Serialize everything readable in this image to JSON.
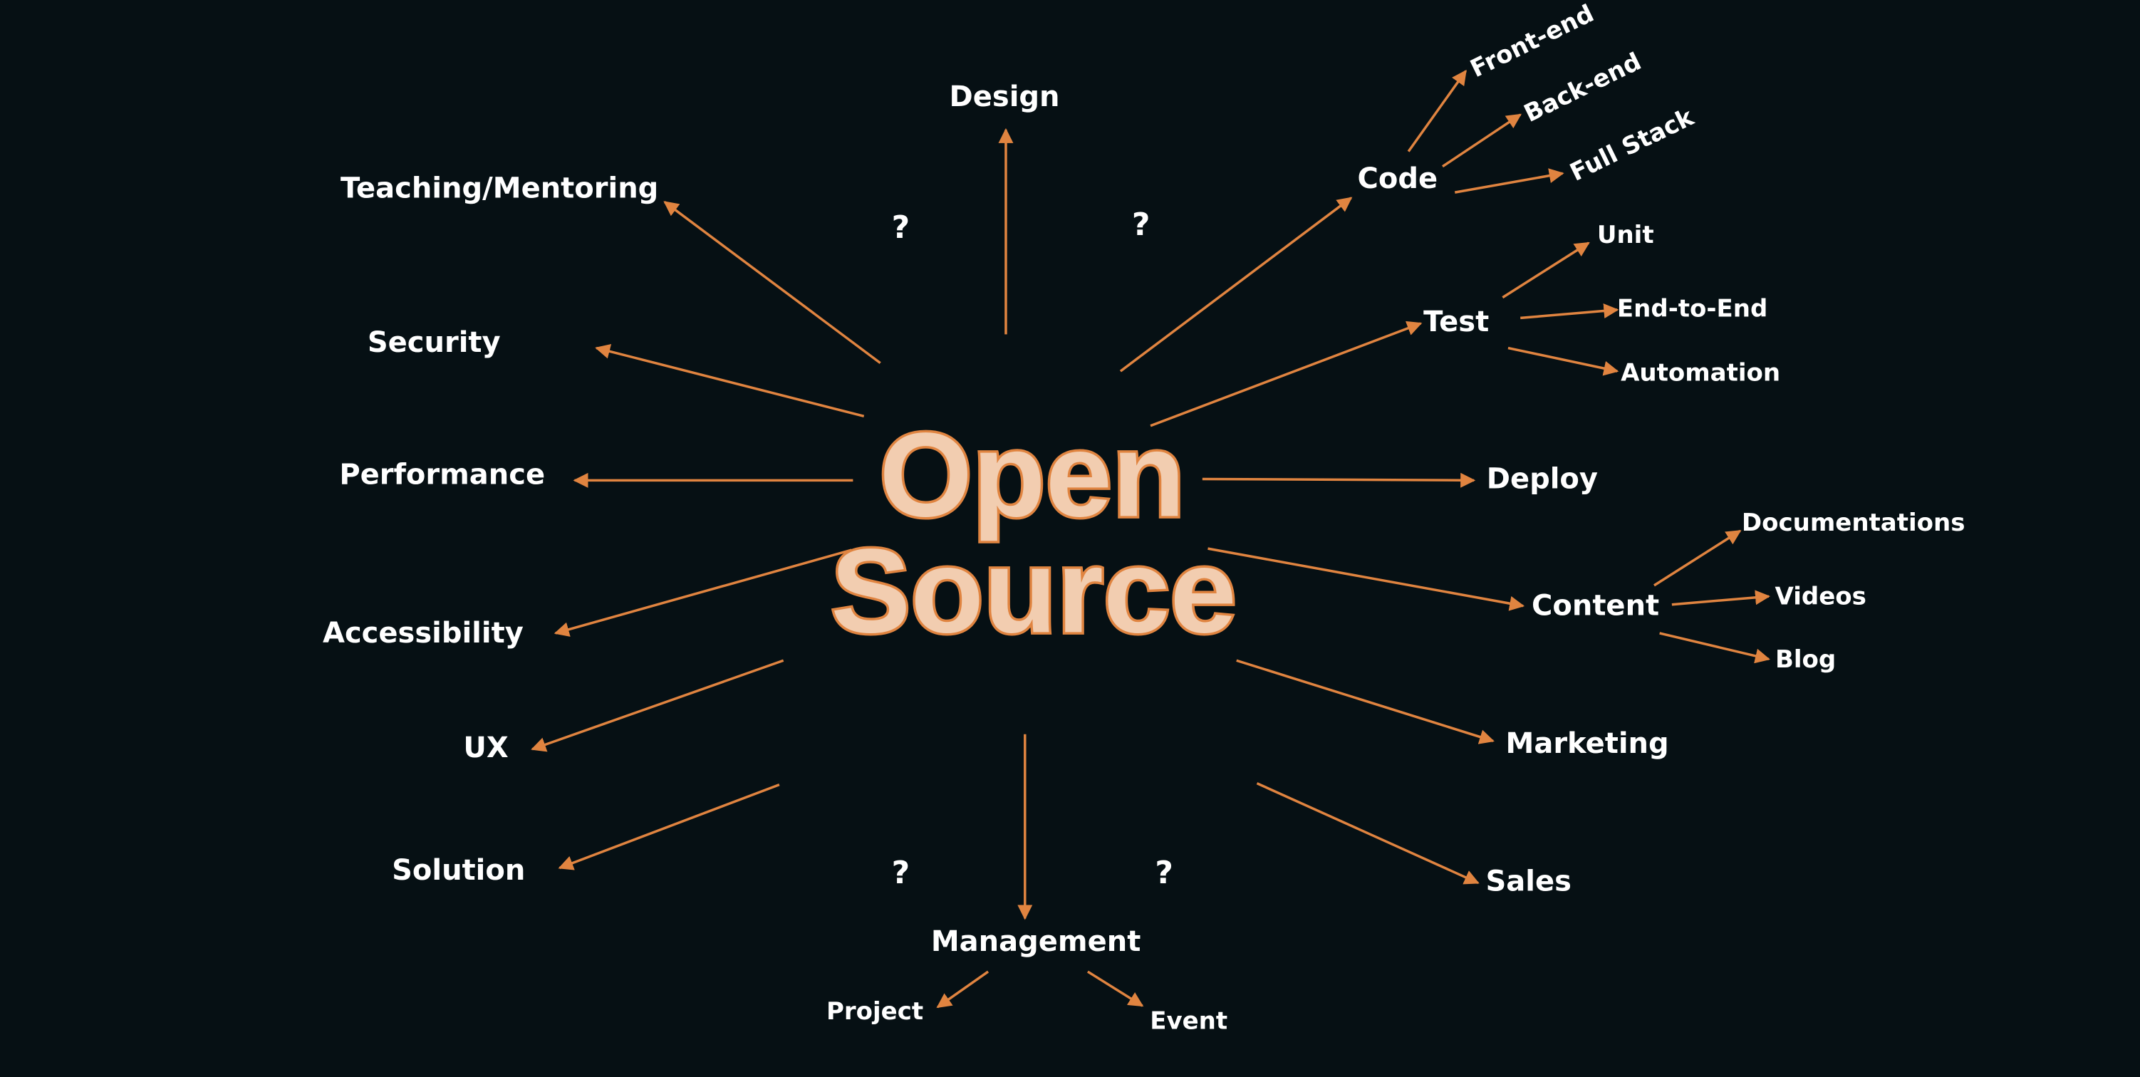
{
  "title": {
    "line1": "Open",
    "line2": "Source"
  },
  "colors": {
    "background": "#061014",
    "accent": "#e08440",
    "title_fill": "#f2cdb0",
    "text": "#ffffff"
  },
  "nodes": {
    "design": "Design",
    "teaching": "Teaching/Mentoring",
    "security": "Security",
    "performance": "Performance",
    "accessibility": "Accessibility",
    "ux": "UX",
    "solution": "Solution",
    "management": "Management",
    "project": "Project",
    "event": "Event",
    "sales": "Sales",
    "marketing": "Marketing",
    "content": "Content",
    "documentations": "Documentations",
    "videos": "Videos",
    "blog": "Blog",
    "deploy": "Deploy",
    "test": "Test",
    "unit": "Unit",
    "end_to_end": "End-to-End",
    "automation": "Automation",
    "code": "Code",
    "front_end": "Front-end",
    "back_end": "Back-end",
    "full_stack": "Full Stack"
  },
  "unknowns": [
    "?",
    "?",
    "?",
    "?"
  ]
}
